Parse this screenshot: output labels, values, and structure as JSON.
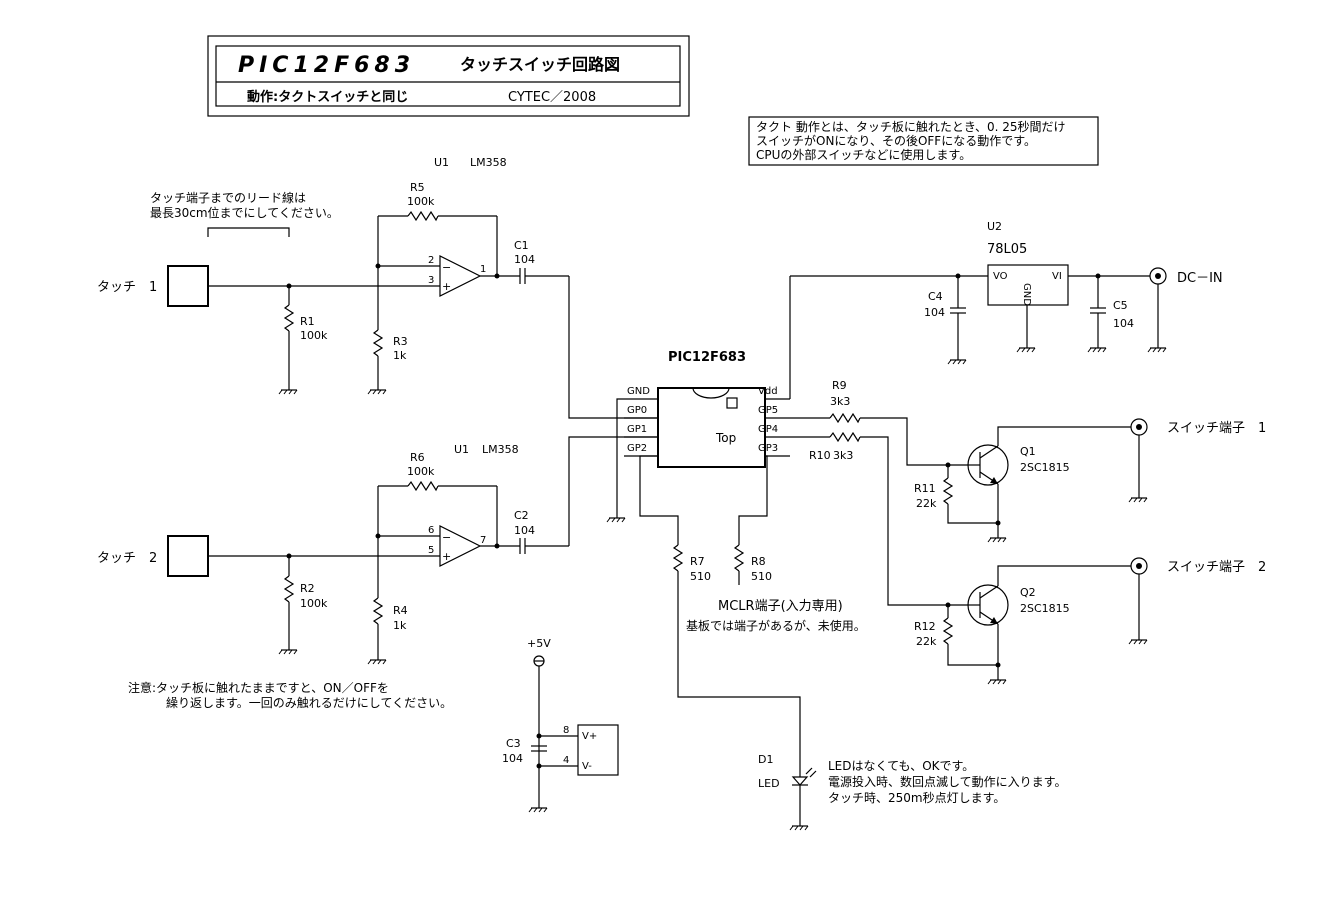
{
  "title": {
    "part": "PIC12F683",
    "name": "タッチスイッチ回路図",
    "operation": "動作:タクトスイッチと同じ",
    "author": "CYTEC／2008"
  },
  "note_tact": {
    "line1": "タクト 動作とは、タッチ板に触れたとき、0. 25秒間だけ",
    "line2": "スイッチがONになり、その後OFFになる動作です。",
    "line3": "CPUの外部スイッチなどに使用します。"
  },
  "note_lead": {
    "line1": "タッチ端子までのリード線は",
    "line2": "最長30cm位までにしてください。"
  },
  "note_caution": {
    "line1": "注意:タッチ板に触れたままですと、ON／OFFを",
    "line2": "繰り返します。一回のみ触れるだけにしてください。"
  },
  "note_mclr": {
    "line1": "MCLR端子(入力専用)",
    "line2": "基板では端子があるが、未使用。"
  },
  "note_led": {
    "line1": "LEDはなくても、OKです。",
    "line2": "電源投入時、数回点滅して動作に入ります。",
    "line3": "タッチ時、250m秒点灯します。"
  },
  "labels": {
    "touch1": "タッチ　1",
    "touch2": "タッチ　2",
    "sw1": "スイッチ端子　1",
    "sw2": "スイッチ端子　2",
    "dcin": "DC－IN",
    "plus5v": "+5V"
  },
  "opamp1": {
    "ref": "U1",
    "part": "LM358",
    "pin_minus": "2",
    "pin_plus": "3",
    "pin_out": "1",
    "minus": "−",
    "plus": "+"
  },
  "opamp2": {
    "ref": "U1",
    "part": "LM358",
    "pin_minus": "6",
    "pin_plus": "5",
    "pin_out": "7",
    "minus": "−",
    "plus": "+"
  },
  "resistors": {
    "r1": {
      "ref": "R1",
      "value": "100k"
    },
    "r2": {
      "ref": "R2",
      "value": "100k"
    },
    "r3": {
      "ref": "R3",
      "value": "1k"
    },
    "r4": {
      "ref": "R4",
      "value": "1k"
    },
    "r5": {
      "ref": "R5",
      "value": "100k"
    },
    "r6": {
      "ref": "R6",
      "value": "100k"
    },
    "r7": {
      "ref": "R7",
      "value": "510"
    },
    "r8": {
      "ref": "R8",
      "value": "510"
    },
    "r9": {
      "ref": "R9",
      "value": "3k3"
    },
    "r10": {
      "ref": "R10",
      "value": "3k3"
    },
    "r11": {
      "ref": "R11",
      "value": "22k"
    },
    "r12": {
      "ref": "R12",
      "value": "22k"
    }
  },
  "capacitors": {
    "c1": {
      "ref": "C1",
      "value": "104"
    },
    "c2": {
      "ref": "C2",
      "value": "104"
    },
    "c3": {
      "ref": "C3",
      "value": "104"
    },
    "c4": {
      "ref": "C4",
      "value": "104"
    },
    "c5": {
      "ref": "C5",
      "value": "104"
    }
  },
  "regulator": {
    "ref": "U2",
    "part": "78L05",
    "vo": "VO",
    "vi": "VI",
    "gnd": "GND"
  },
  "pic": {
    "name": "PIC12F683",
    "top": "Top",
    "pins": {
      "gnd": "GND",
      "gp0": "GP0",
      "gp1": "GP1",
      "gp2": "GP2",
      "vdd": "Vdd",
      "gp5": "GP5",
      "gp4": "GP4",
      "gp3": "GP3"
    }
  },
  "transistors": {
    "q1": {
      "ref": "Q1",
      "part": "2SC1815"
    },
    "q2": {
      "ref": "Q2",
      "part": "2SC1815"
    }
  },
  "led": {
    "ref": "D1",
    "label": "LED"
  },
  "power_block": {
    "pin_vplus_num": "8",
    "pin_vminus_num": "4",
    "vplus": "V+",
    "vminus": "V-"
  }
}
